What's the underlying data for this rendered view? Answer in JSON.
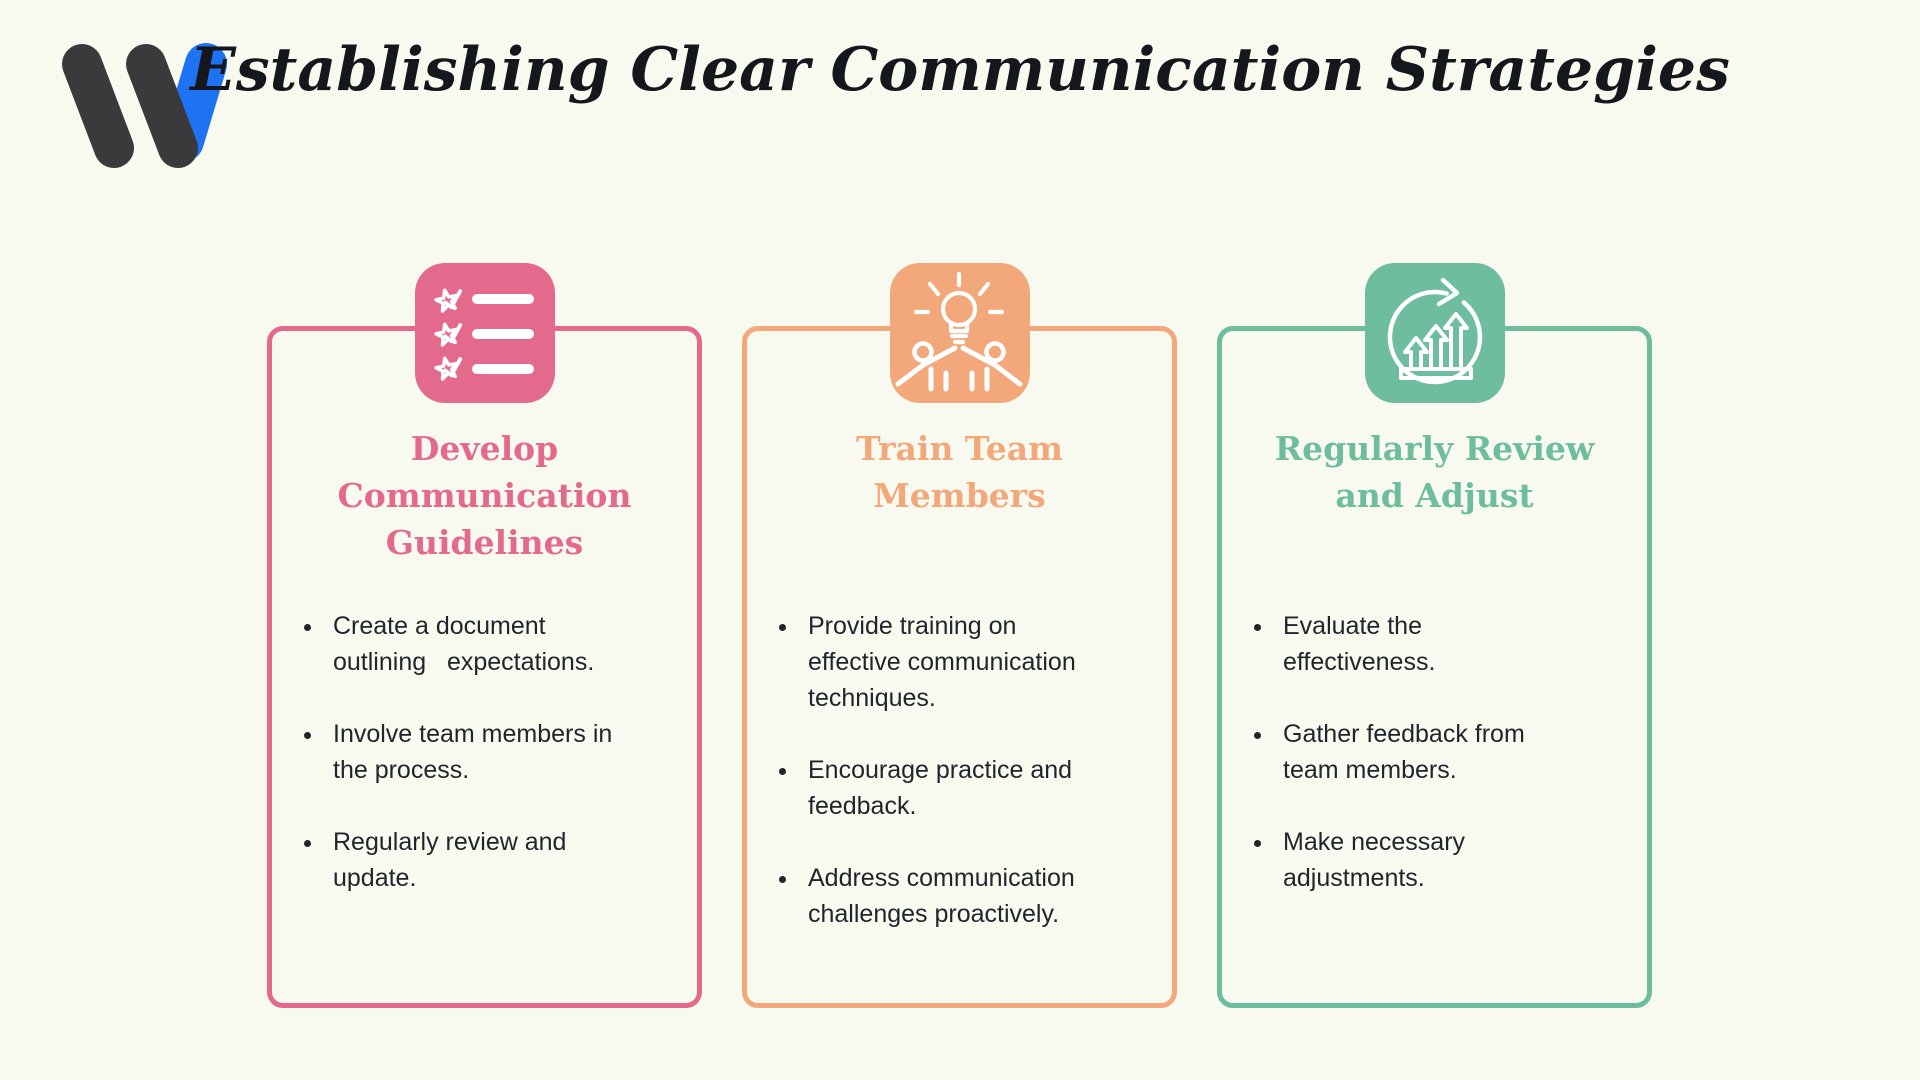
{
  "page": {
    "background": "#f8faef",
    "body_text_color": "#1e252b",
    "title_color": "#14171b"
  },
  "logo": {
    "name": "w-logo",
    "dark_color": "#3a3a3c",
    "blue_color": "#1d73f2"
  },
  "title": {
    "line1": "Establishing Clear Communication",
    "line2": "Strategies"
  },
  "cards": [
    {
      "accent": "#e36a8d",
      "icon": "checklist-stars-icon",
      "title_lines": [
        "Develop",
        "Communication",
        "Guidelines"
      ],
      "bullets": [
        "Create a document outlining   expectations.",
        "Involve team members in the process.",
        "Regularly review and update."
      ]
    },
    {
      "accent": "#f3a87b",
      "icon": "team-highfive-idea-icon",
      "title_lines": [
        "Train Team",
        "Members"
      ],
      "bullets": [
        "Provide training on effective communication techniques.",
        "Encourage practice and feedback.",
        "Address communication challenges proactively."
      ]
    },
    {
      "accent": "#6dbd9e",
      "icon": "growth-cycle-icon",
      "title_lines": [
        "Regularly Review",
        "and Adjust"
      ],
      "bullets": [
        "Evaluate the effectiveness.",
        "Gather feedback from team members.",
        "Make necessary adjustments."
      ]
    }
  ]
}
